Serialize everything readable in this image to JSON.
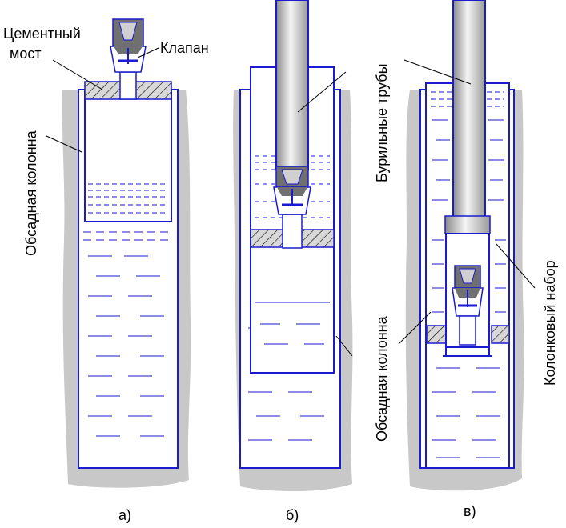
{
  "labels": {
    "cement_bridge_line1": "Цементный",
    "cement_bridge_line2": "мост",
    "valve": "Клапан",
    "casing_left": "Обсадная колонна",
    "drill_pipes": "Бурильные трубы",
    "casing_right": "Обсадная колонна",
    "core_barrel": "Колонковый набор"
  },
  "captions": [
    "а)",
    "б)",
    "в)"
  ],
  "colors": {
    "rock": "#c8c8c8",
    "blue": "#1a1ad0",
    "pipe_light": "#e8e8e8",
    "pipe_dark": "#888888",
    "valve_body": "#707070",
    "hatch": "#000000"
  }
}
